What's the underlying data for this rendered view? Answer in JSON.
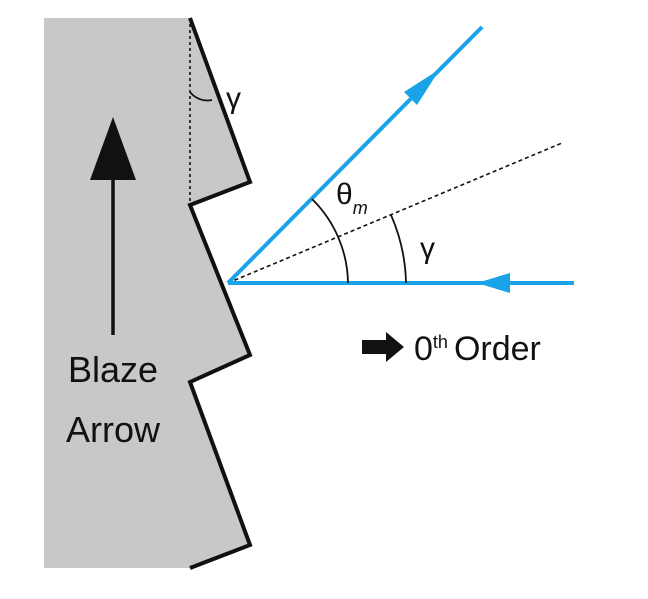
{
  "diagram": {
    "blaze_label_line1": "Blaze",
    "blaze_label_line2": "Arrow",
    "gamma_top": "γ",
    "gamma_right": "γ",
    "theta_main": "θ",
    "theta_sub": "m",
    "order_main": "0",
    "order_sup": "th",
    "order_word": "Order",
    "colors": {
      "grating_fill": "#c8c8c8",
      "ray": "#1aa3e8",
      "ink": "#111111"
    }
  }
}
